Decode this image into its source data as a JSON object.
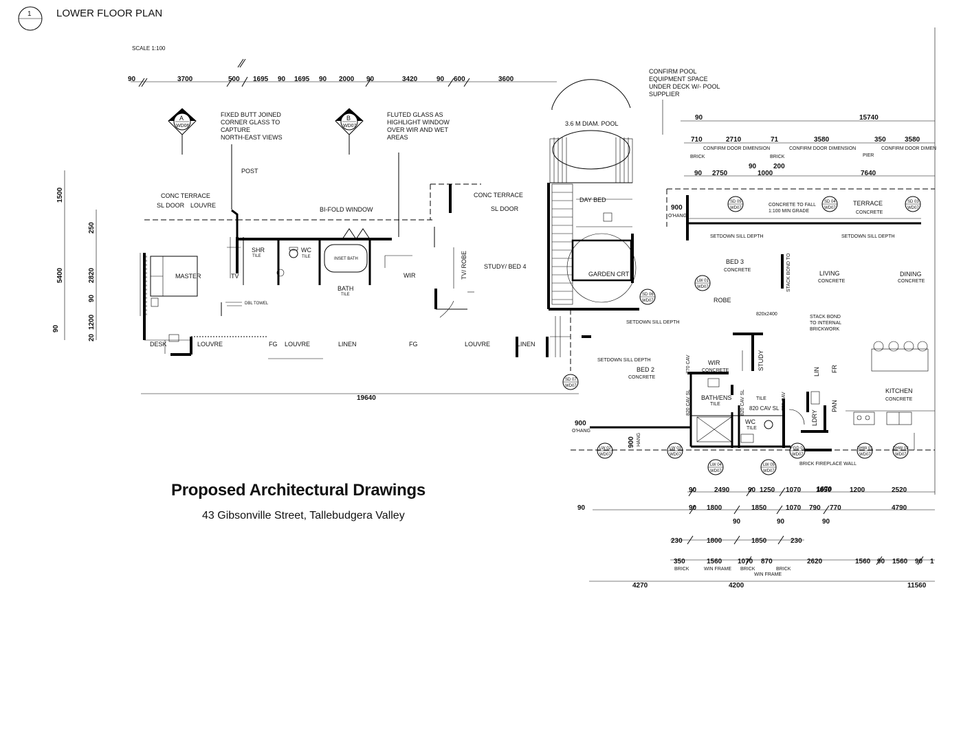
{
  "drawing": {
    "plan_number": "1",
    "plan_title": "LOWER FLOOR  PLAN",
    "scale": "SCALE 1:100"
  },
  "caption": {
    "title": "Proposed Architectural Drawings",
    "address": "43 Gibsonville Street, Tallebudgera Valley"
  },
  "section_markers": [
    {
      "letter": "A",
      "ref": "WD06"
    },
    {
      "letter": "B",
      "ref": "WD07"
    }
  ],
  "notes": {
    "fixed_butt": [
      "FIXED BUTT JOINED",
      "CORNER GLASS TO",
      "CAPTURE",
      "NORTH-EAST VIEWS"
    ],
    "fluted_glass": [
      "FLUTED GLASS AS",
      "HIGHLIGHT WINDOW",
      "OVER WIR AND WET",
      "AREAS"
    ],
    "pool_equipment": [
      "CONFIRM POOL",
      "EQUIPMENT SPACE",
      "UNDER DECK W/- POOL",
      "SUPPLIER"
    ],
    "stack_bond": [
      "STACK BOND",
      "TO INTERNAL",
      "BRICKWORK"
    ]
  },
  "labels": {
    "post": "POST",
    "conc_terrace_1": "CONC TERRACE",
    "sl_door_1": "SL DOOR",
    "louvre_top": "LOUVRE",
    "bifold": "BI-FOLD WINDOW",
    "conc_terrace_2": "CONC TERRACE",
    "sl_door_2": "SL DOOR",
    "pool": "3.6 M DIAM. POOL",
    "day_bed": "DAY BED",
    "garden": "GARDEN CRT",
    "master": "MASTER",
    "tv": "TV",
    "shr": "SHR",
    "tile_shr": "TILE",
    "wc": "WC",
    "tile_wc": "TILE",
    "inset_bath": "INSET BATH",
    "bath": "BATH",
    "tile_bath": "TILE",
    "wir": "WIR",
    "tv_robe": "TV/ ROBE",
    "study_bed4": "STUDY/ BED 4",
    "dbl_towel": "DBL TOWEL",
    "desk": "DESK",
    "louvre_1": "LOUVRE",
    "fg_1": "FG",
    "louvre_2": "LOUVRE",
    "linen_1": "LINEN",
    "fg_2": "FG",
    "louvre_3": "LOUVRE",
    "linen_2": "LINEN",
    "bed3": "BED 3",
    "bed3_mat": "CONCRETE",
    "robe": "ROBE",
    "living": "LIVING",
    "living_mat": "CONCRETE",
    "dining": "DINING",
    "dining_mat": "CONCRETE",
    "terrace": "TERRACE",
    "terrace_mat": "CONCRETE",
    "concrete_fall": "CONCRETE TO FALL",
    "min_grade": "1:100 MIN GRADE",
    "setdown_1": "SETDOWN SILL DEPTH",
    "setdown_2": "SETDOWN SILL DEPTH",
    "setdown_3": "SETDOWN SILL DEPTH",
    "setdown_4": "SETDOWN SILL DEPTH",
    "stack_bond_to": "STACK BOND TO",
    "size_820x2400": "820x2400",
    "wir2": "WIR",
    "wir2_mat": "CONCRETE",
    "study": "STUDY",
    "lin": "LIN",
    "fr": "FR",
    "bed2": "BED 2",
    "bed2_mat": "CONCRETE",
    "kitchen": "KITCHEN",
    "kitchen_mat": "CONCRETE",
    "bath_ens": "BATH/ENS",
    "bath_ens_mat": "TILE",
    "tile": "TILE",
    "wc2": "WC",
    "wc2_mat": "TILE",
    "ldry": "LDRY",
    "pan": "PAN",
    "cav_820": "820 CAV SL",
    "cav_770": "770 CAV",
    "ohang_1": "O'HANG",
    "ohang_2": "O'HANG",
    "hang": "HANG",
    "brick_fireplace": "BRICK FIREPLACE WALL",
    "confirm_dim_1": "CONFIRM DOOR DIMENSION",
    "confirm_dim_2": "CONFIRM DOOR DIMENSION",
    "confirm_dim_3": "CONFIRM DOOR DIMEN",
    "brick_1": "BRICK",
    "brick_2": "BRICK",
    "pier": "PIER",
    "brick_3": "BRICK",
    "win_frame_1": "WIN FRAME",
    "brick_4": "BRICK",
    "brick_5": "BRICK",
    "win_frame_2": "WIN FRAME"
  },
  "window_tags": [
    {
      "code": "SD 05",
      "ref": "WD07"
    },
    {
      "code": "SD 04",
      "ref": "WD07"
    },
    {
      "code": "SD 03",
      "ref": "WD07"
    },
    {
      "code": "LW 01",
      "ref": "WD07"
    },
    {
      "code": "SD 06",
      "ref": "WD07"
    },
    {
      "code": "SD 07",
      "ref": "WD07"
    },
    {
      "code": "LW 02",
      "ref": "WD07"
    },
    {
      "code": "LW 03",
      "ref": "WD07"
    },
    {
      "code": "LW 04",
      "ref": "WD07"
    },
    {
      "code": "LW 05",
      "ref": "WD07"
    },
    {
      "code": "FGD 01",
      "ref": "WD07"
    },
    {
      "code": "DHW 01",
      "ref": "WD07"
    },
    {
      "code": "DHW 02",
      "ref": "WD07"
    }
  ],
  "dimensions": {
    "top_row": [
      "90",
      "3700",
      "500",
      "1695",
      "90",
      "1695",
      "90",
      "2000",
      "90",
      "3420",
      "90",
      "600",
      "3600"
    ],
    "right_top": [
      "90",
      "15740"
    ],
    "right_row2": [
      "710",
      "2710",
      "71",
      "3580",
      "350",
      "3580"
    ],
    "right_row3": [
      "90",
      "2750",
      "90",
      "1000",
      "200",
      "7640"
    ],
    "ohang": "900",
    "left_vertical": [
      "1500",
      "250",
      "5400",
      "2820",
      "90",
      "90",
      "1200",
      "20"
    ],
    "bottom_left": "19640",
    "ohang_2": "900",
    "hang_2": "900",
    "lower_row1": [
      "90",
      "2490",
      "90",
      "1250",
      "1070",
      "1650",
      "1200",
      "2520"
    ],
    "lower_1670": "1670",
    "lower_row2": [
      "90",
      "90",
      "1800",
      "1850",
      "1070",
      "790",
      "770",
      "4790"
    ],
    "lower_row2b": [
      "90",
      "90",
      "90"
    ],
    "lower_row3": [
      "230",
      "1800",
      "1850",
      "230"
    ],
    "lower_row4": [
      "350",
      "1560",
      "1070",
      "870",
      "2620",
      "1560",
      "90",
      "1560",
      "90",
      "1"
    ],
    "lower_row5": [
      "4270",
      "4200",
      "11560"
    ]
  }
}
